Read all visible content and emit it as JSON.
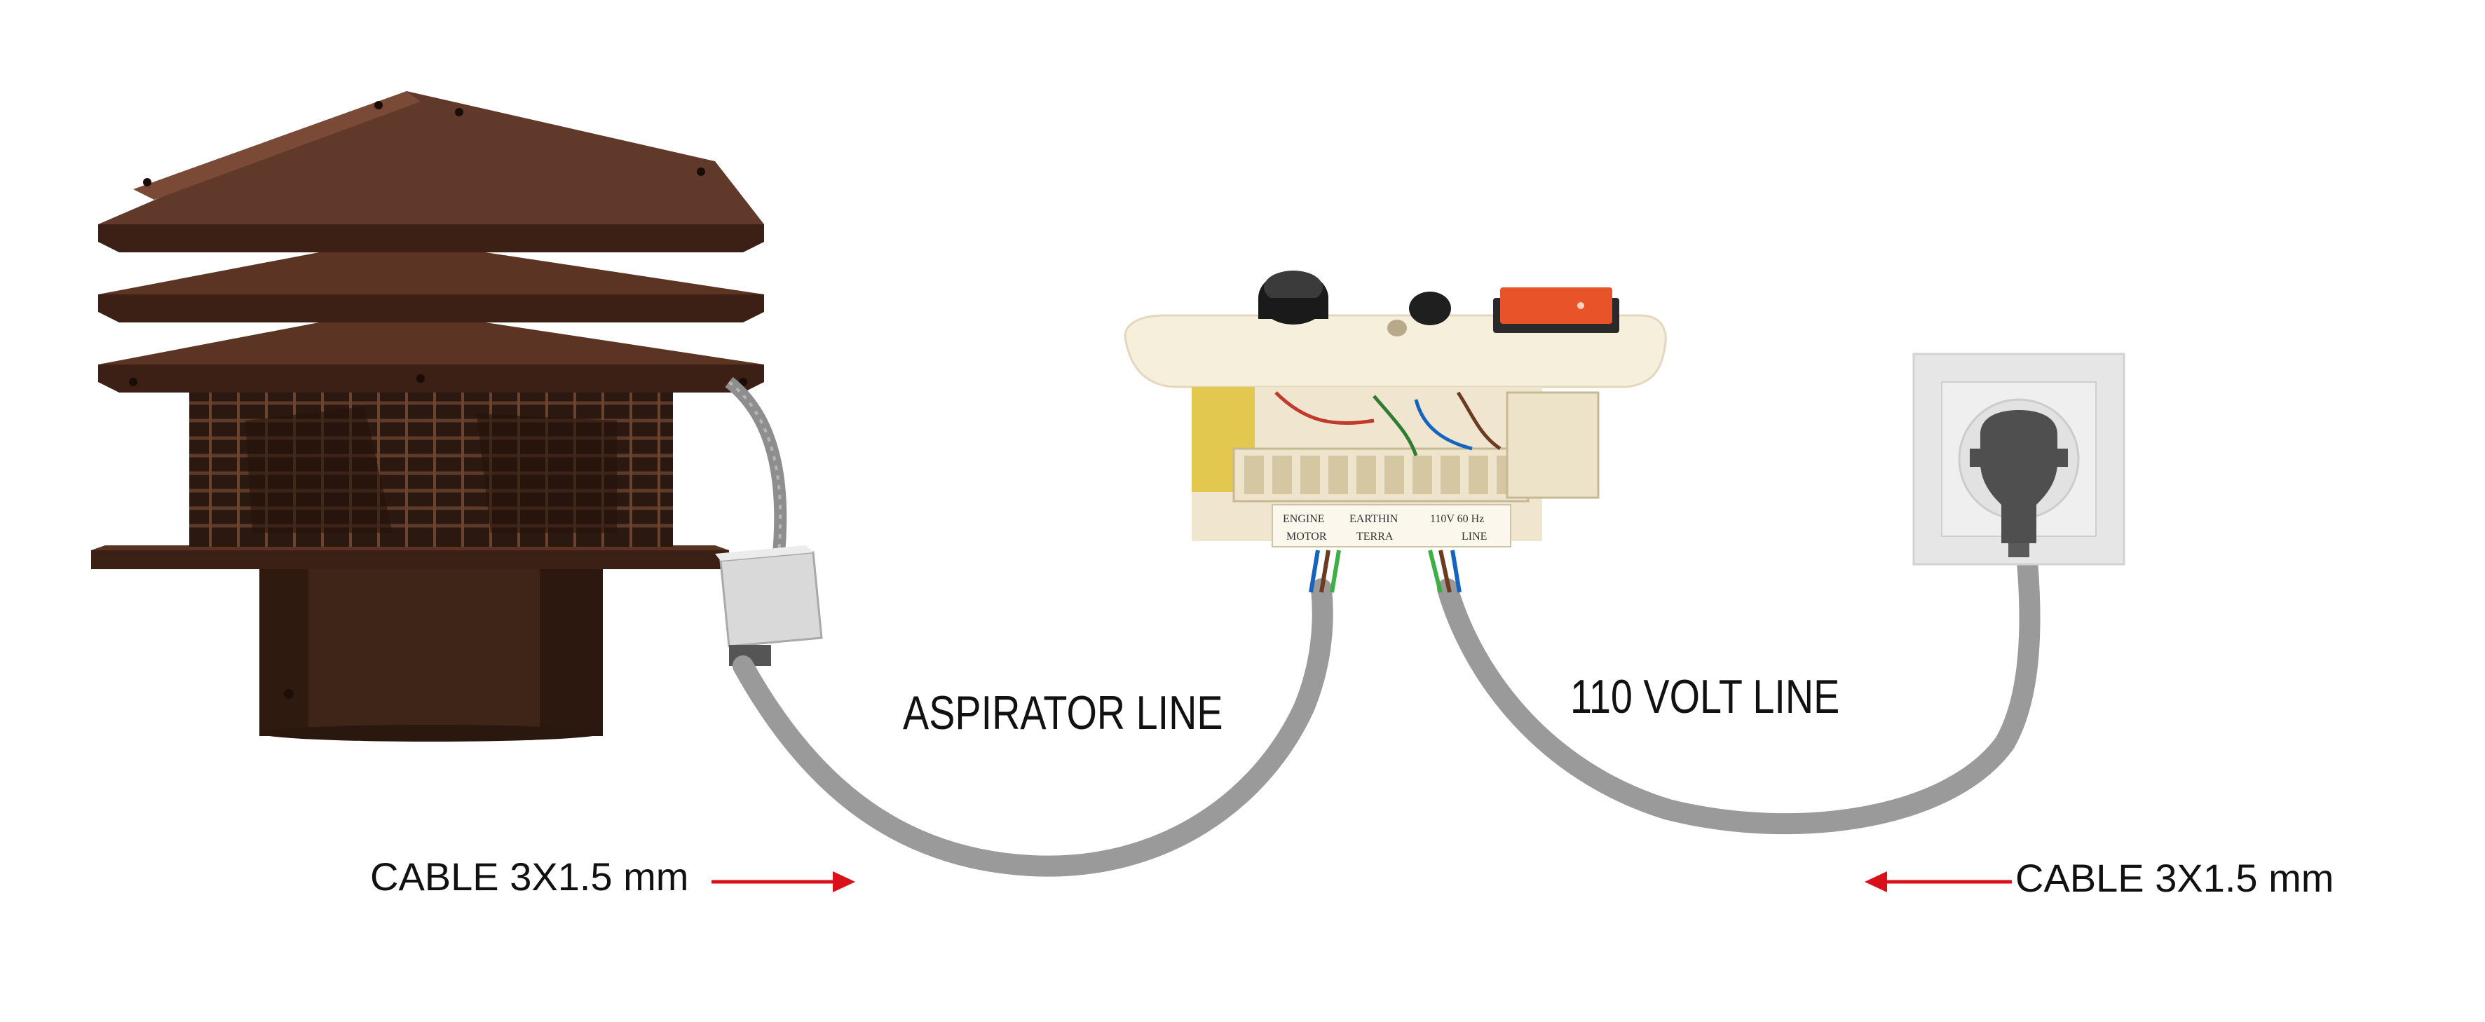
{
  "labels": {
    "aspirator_line": "ASPIRATOR LINE",
    "volt_line": "110 VOLT LINE",
    "cable_left": "CABLE 3X1.5 mm",
    "cable_right": "CABLE 3X1.5 mm"
  },
  "terminal_labels": {
    "motor_a": "ENGINE",
    "motor_b": "MOTOR",
    "earth_a": "EARTHIN",
    "earth_b": "TERRA",
    "line_a": "110V 60 Hz",
    "line_b": "LINE"
  },
  "colors": {
    "cable": "#9a9a9a",
    "arrow": "#d9101a",
    "fan_body": "#4a2a1c",
    "panel": "#f6efdc",
    "switch": "#e8532a",
    "socket_plate": "#e6e6e6",
    "plug": "#4f4f4f"
  },
  "icons": {
    "fan": "chimney-fan-icon",
    "control": "speed-controller-icon",
    "socket": "wall-socket-icon",
    "plug": "plug-icon"
  }
}
